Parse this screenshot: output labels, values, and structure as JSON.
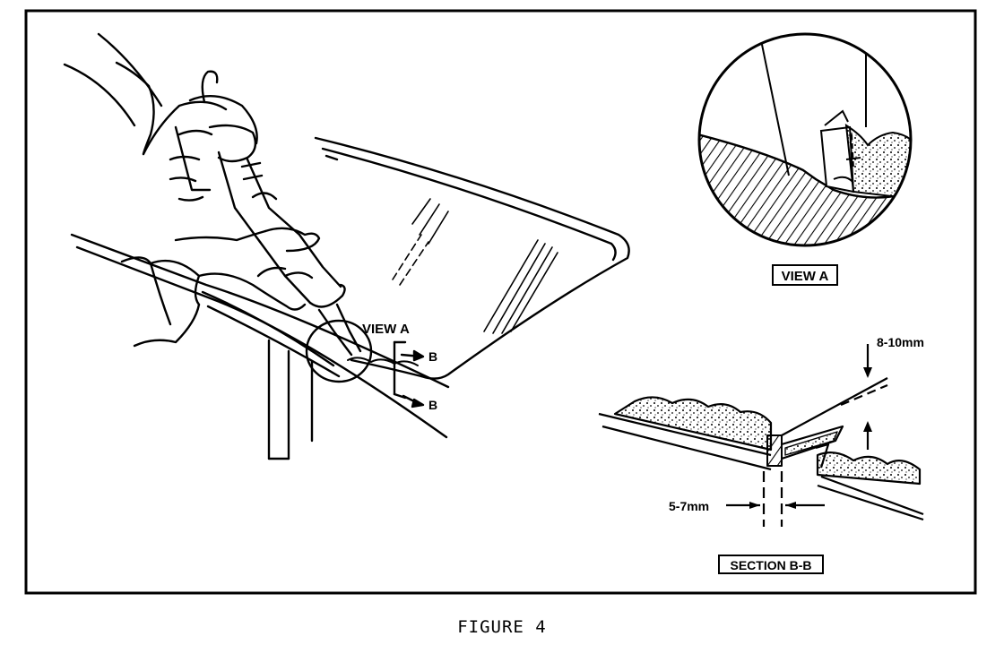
{
  "figure": {
    "caption": "FIGURE 4",
    "labels": {
      "view_a_callout": "VIEW A",
      "section_b_top": "B",
      "section_b_bottom": "B",
      "view_a_title": "VIEW A",
      "bead_height": "8-10mm",
      "bead_width": "5-7mm",
      "section_title": "SECTION B-B"
    }
  }
}
